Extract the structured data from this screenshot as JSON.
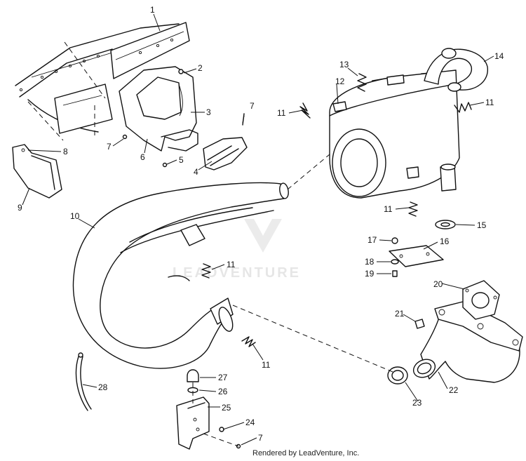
{
  "watermark": {
    "brand": "LEADVENTURE"
  },
  "credit": "Rendered by LeadVenture, Inc.",
  "callouts": [
    "1",
    "2",
    "3",
    "4",
    "5",
    "6",
    "7",
    "7",
    "7",
    "8",
    "9",
    "10",
    "11",
    "11",
    "11",
    "11",
    "11",
    "12",
    "13",
    "14",
    "15",
    "16",
    "17",
    "18",
    "19",
    "20",
    "21",
    "22",
    "23",
    "24",
    "25",
    "26",
    "27",
    "28"
  ]
}
